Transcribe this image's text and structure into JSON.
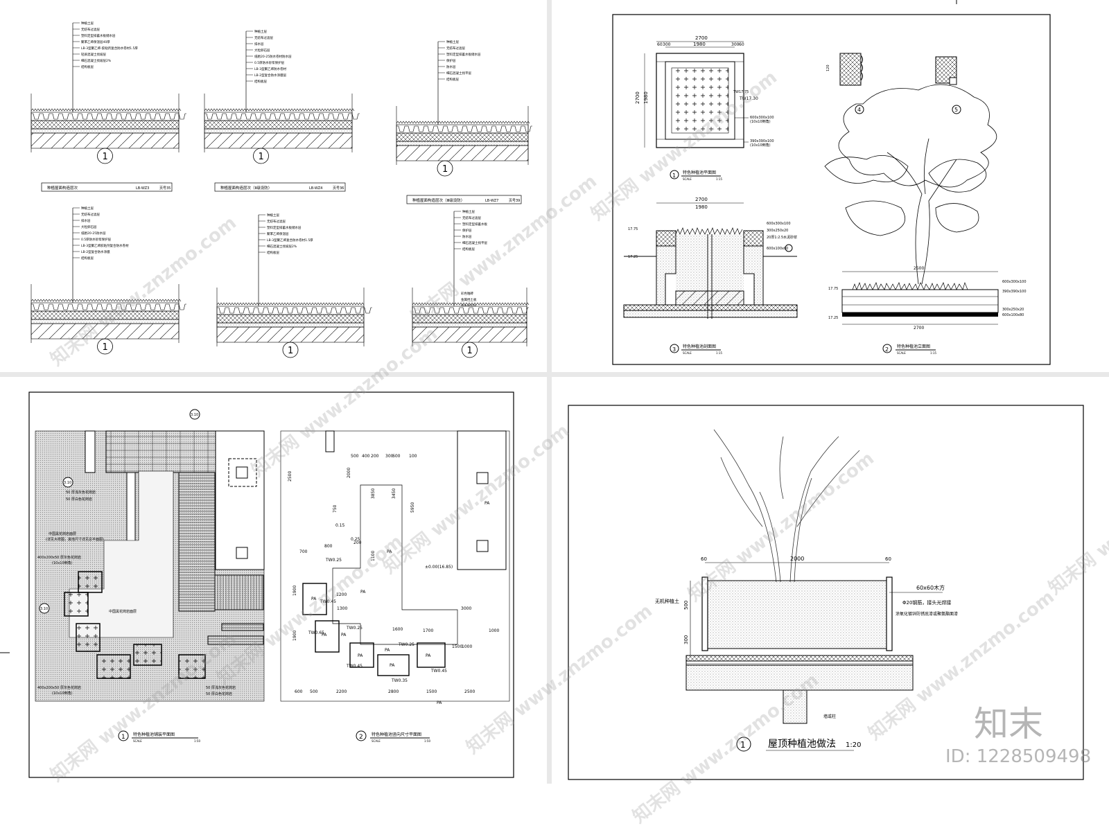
{
  "q1": {
    "sections": [
      {
        "num": "1",
        "title": "种植屋面构造层次",
        "code": "LB-WZ3",
        "page": "页号35",
        "layers": [
          "种植土层",
          "无纺布过滤层",
          "塑料定型排蓄水板储水层",
          "聚苯乙烯保温层40厚",
          "LB-3型聚乙烯-胶粘剂复合防水卷材1.5厚",
          "轻质混凝土找坡层",
          "细石混凝土找坡层2%",
          "结构板层"
        ]
      },
      {
        "num": "1",
        "title": "种植屋面构造层次（Ⅱ级设防）",
        "code": "LB-WZ4",
        "page": "页号36",
        "layers": [
          "种植土层",
          "无纺布过滤层",
          "排水层",
          "大粒卵石层",
          "纸胎20-25防水卷材防水层",
          "0.5厚防水砂浆保护层",
          "LB-3型聚乙烯防水卷材",
          "LB-2型复合防水涂膜层",
          "结构板层"
        ]
      },
      {
        "num": "1",
        "title": "种植屋面构造层次（Ⅲ级设防）",
        "code": "LB-WZ7",
        "page": "页号39",
        "layers": [
          "种植土层",
          "无纺布过滤层",
          "塑料定型排蓄水板储水层",
          "保护层",
          "防水层",
          "细石混凝土找平层",
          "结构板层"
        ]
      },
      {
        "num": "1",
        "layers": [
          "种植土层",
          "无纺布过滤层",
          "排水层",
          "大粒卵石层",
          "纸胎20-25防水层",
          "0.5厚防水砂浆保护层",
          "LB-3型聚乙烯胶粘剂复合防水卷材",
          "LB-2型复合防水涂膜",
          "结构板层"
        ]
      },
      {
        "num": "1",
        "layers": [
          "种植土层",
          "无纺布过滤层",
          "塑料定型排蓄水板储水层",
          "聚苯乙烯保温层",
          "LB-3型聚乙烯复合防水卷材1.5厚",
          "细石混凝土找坡层2%",
          "结构板层"
        ]
      },
      {
        "num": "1",
        "layers": [
          "种植土层",
          "无纺布过滤层",
          "塑料定型排蓄水板",
          "保护层",
          "防水层",
          "细石混凝土找平层",
          "结构板层"
        ],
        "extra": [
          "彩色釉砖",
          "金属挡土板",
          "排水卵石层"
        ]
      }
    ]
  },
  "q2": {
    "plan_title": "特色种植池平面图",
    "elev_title": "特色种植池立面图",
    "section_title": "特色种植池剖面图",
    "scale_word": "SCALE",
    "scale": "1:15",
    "n1": "1",
    "n2": "2",
    "n3": "3",
    "n4": "4",
    "n5": "5",
    "d_2700": "2700",
    "d_1980": "1980",
    "d_60": "60",
    "d_300": "300",
    "d_2500": "2500",
    "tw": "TW17.30",
    "tw2": "TW17.75",
    "lv1": "17.75",
    "lv2": "17.25",
    "m1": "600x300x100",
    "m1s": "(10x10倒角)",
    "m2": "390x390x100",
    "m2s": "(10x10倒角)",
    "m3": "300x250x20",
    "m4": "600x100x80",
    "m5": "20厚1:2.5水泥砂浆",
    "d4": "4",
    "d5": "5"
  },
  "q3": {
    "plan_title": "特色种植池铺装平面图",
    "dim_title": "特色种植池竖向尺寸平面图",
    "scale_word": "SCALE",
    "scale": "1:50",
    "n1": "1",
    "n2": "2",
    "lab_a": "400x200x50 厚灰色花岗岩",
    "lab_b": "(10x10倒角)",
    "lab_c": "400x200x50 厚灰色花岗岩",
    "lab_d": "(10x10倒角)",
    "lab_e": "50 厚浅灰色花岗岩",
    "lab_f": "50 厚白色花岗岩",
    "lab_g": "中国黑花岗岩面层",
    "lab_h": "(详见大样图，其他尺寸详见总平面图)",
    "lab_i": "中国黑花岗岩面层",
    "lab_j": "50 厚浅灰色花岗岩",
    "tag1": "3.10",
    "tag2": "3.10",
    "tag3": "3.10",
    "pa": "PA",
    "zero": "±0.00(16.85)",
    "tws": [
      "TW0.25",
      "TW0.45",
      "TW0.65",
      "TW0.25",
      "TW0.45",
      "TW0.35",
      "TW0.25",
      "TW0.45"
    ],
    "dims": [
      "2500",
      "1200",
      "2000",
      "750",
      "200",
      "700",
      "800",
      "1300",
      "1900",
      "1100",
      "1900",
      "2200",
      "2800",
      "1500",
      "2500",
      "3000",
      "1700",
      "1500",
      "1000",
      "1600",
      "600",
      "500",
      "3850",
      "3450",
      "5950",
      "500",
      "400",
      "0.15",
      "0.25",
      "200",
      "300",
      "600",
      "100",
      "1000"
    ]
  },
  "q4": {
    "title": "屋顶种植池做法",
    "scale": "1:20",
    "num": "1",
    "dim_2000": "2000",
    "dim_60a": "60",
    "dim_60b": "60",
    "dim_500": "500",
    "dim_300": "300",
    "wood": "60x60木方",
    "rebar": "Φ20钢筋，接头光焊接",
    "paint": "涂氧化镀锌防锈底漆或聚氨酯面漆",
    "soil": "无机种植土",
    "column": "墙或柱"
  },
  "brand": {
    "logo": "知末",
    "id": "ID: 1228509498"
  },
  "watermark": "知末网 www.znzmo.com"
}
